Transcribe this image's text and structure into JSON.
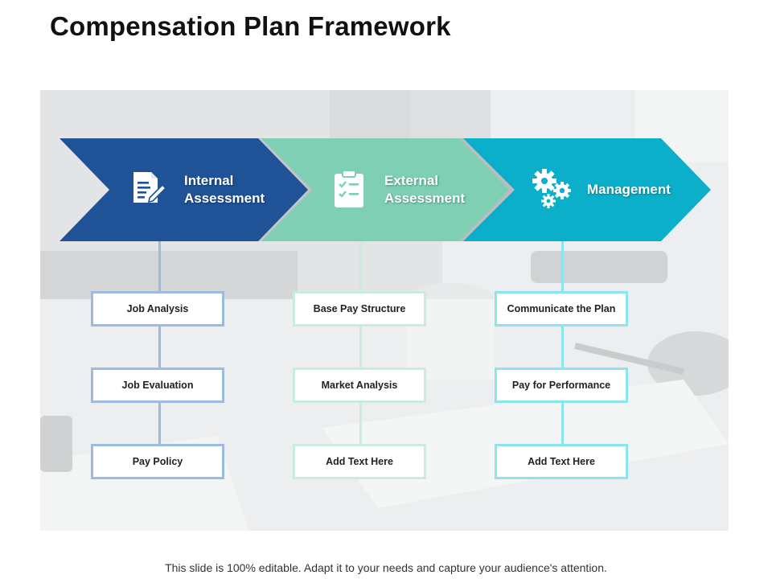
{
  "title": "Compensation Plan Framework",
  "footer": "This slide is 100% editable. Adapt it to your needs and capture your audience's attention.",
  "colors": {
    "internal": "#1f5297",
    "external": "#7ecfb3",
    "management": "#0bafc9",
    "internal_border": "#9dbbe2",
    "external_border": "#c8ece0",
    "management_border": "#8de4f1"
  },
  "stages": [
    {
      "id": "internal",
      "label_line1": "Internal",
      "label_line2": "Assessment",
      "icon": "document-edit-icon",
      "items": [
        "Job Analysis",
        "Job Evaluation",
        "Pay Policy"
      ]
    },
    {
      "id": "external",
      "label_line1": "External",
      "label_line2": "Assessment",
      "icon": "clipboard-checklist-icon",
      "items": [
        "Base Pay Structure",
        "Market Analysis",
        "Add Text Here"
      ]
    },
    {
      "id": "management",
      "label_line1": "Management",
      "icon": "gears-icon",
      "items": [
        "Communicate the Plan",
        "Pay for Performance",
        "Add Text Here"
      ]
    }
  ]
}
